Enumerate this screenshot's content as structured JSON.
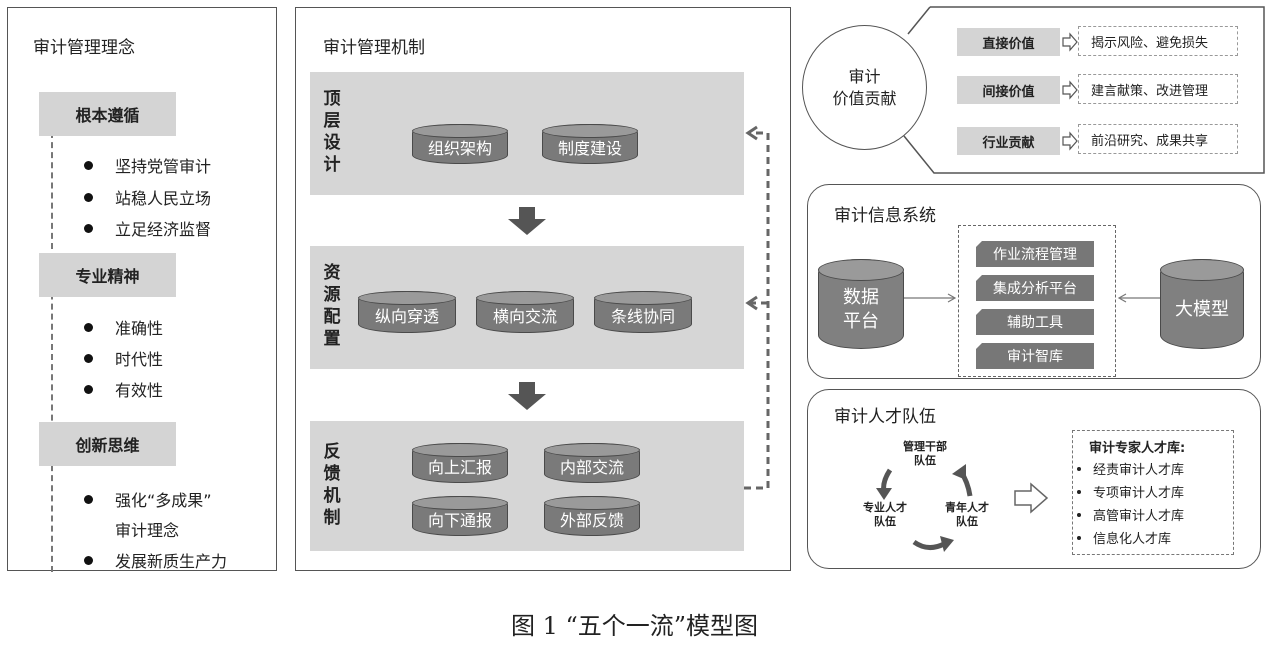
{
  "philosophy": {
    "title": "审计管理理念",
    "groups": [
      {
        "label": "根本遵循",
        "items": [
          "坚持党管审计",
          "站稳人民立场",
          "立足经济监督"
        ]
      },
      {
        "label": "专业精神",
        "items": [
          "准确性",
          "时代性",
          "有效性"
        ]
      },
      {
        "label": "创新思维",
        "items": [
          "强化“多成果”",
          "审计理念",
          "发展新质生产力"
        ]
      }
    ]
  },
  "mechanism": {
    "title": "审计管理机制",
    "sections": [
      {
        "label": "顶层设计",
        "items": [
          "组织架构",
          "制度建设"
        ]
      },
      {
        "label": "资源配置",
        "items": [
          "纵向穿透",
          "横向交流",
          "条线协同"
        ]
      },
      {
        "label": "反馈机制",
        "items": [
          "向上汇报",
          "内部交流",
          "向下通报",
          "外部反馈"
        ]
      }
    ]
  },
  "value": {
    "circle_line1": "审计",
    "circle_line2": "价值贡献",
    "rows": [
      {
        "tag": "直接价值",
        "desc": "揭示风险、避免损失"
      },
      {
        "tag": "间接价值",
        "desc": "建言献策、改进管理"
      },
      {
        "tag": "行业贡献",
        "desc": "前沿研究、成果共享"
      }
    ]
  },
  "info_system": {
    "title": "审计信息系统",
    "left_line1": "数据",
    "left_line2": "平台",
    "right": "大模型",
    "items": [
      "作业流程管理",
      "集成分析平台",
      "辅助工具",
      "审计智库"
    ]
  },
  "talent": {
    "title": "审计人才队伍",
    "cycle_top_1": "管理干部",
    "cycle_top_2": "队伍",
    "cycle_left_1": "专业人才",
    "cycle_left_2": "队伍",
    "cycle_right_1": "青年人才",
    "cycle_right_2": "队伍",
    "library_title": "审计专家人才库:",
    "library_items": [
      "经责审计人才库",
      "专项审计人才库",
      "高管审计人才库",
      "信息化人才库"
    ]
  },
  "caption": "图 1 “五个一流”模型图"
}
